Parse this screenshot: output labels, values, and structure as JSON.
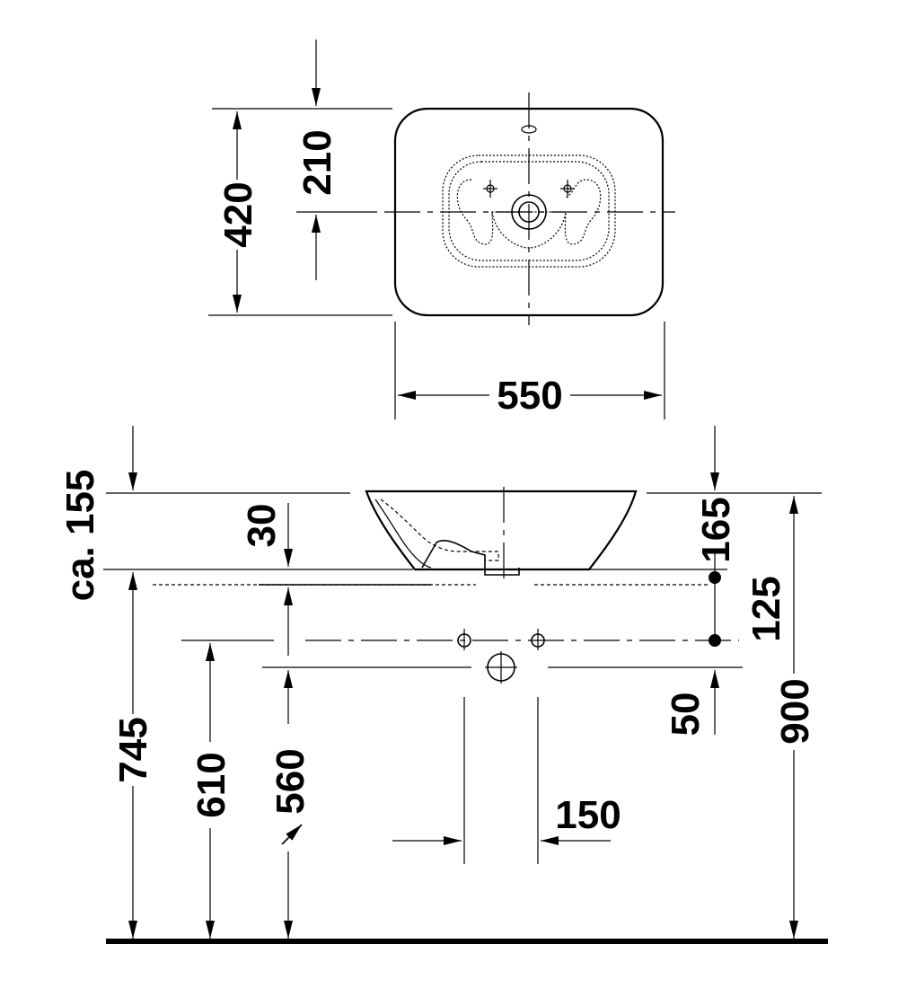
{
  "dimensions": {
    "top_depth": "420",
    "top_center_offset": "210",
    "top_width": "550",
    "height_approx": "ca. 155",
    "bowl_thickness": "30",
    "top_drain_offset": "165",
    "tap_spacing_vertical": "125",
    "waste_offset": "50",
    "height_to_rim": "900",
    "height_to_base": "745",
    "height_tap_holes": "610",
    "height_waste": "560",
    "tap_hole_spacing": "150"
  }
}
